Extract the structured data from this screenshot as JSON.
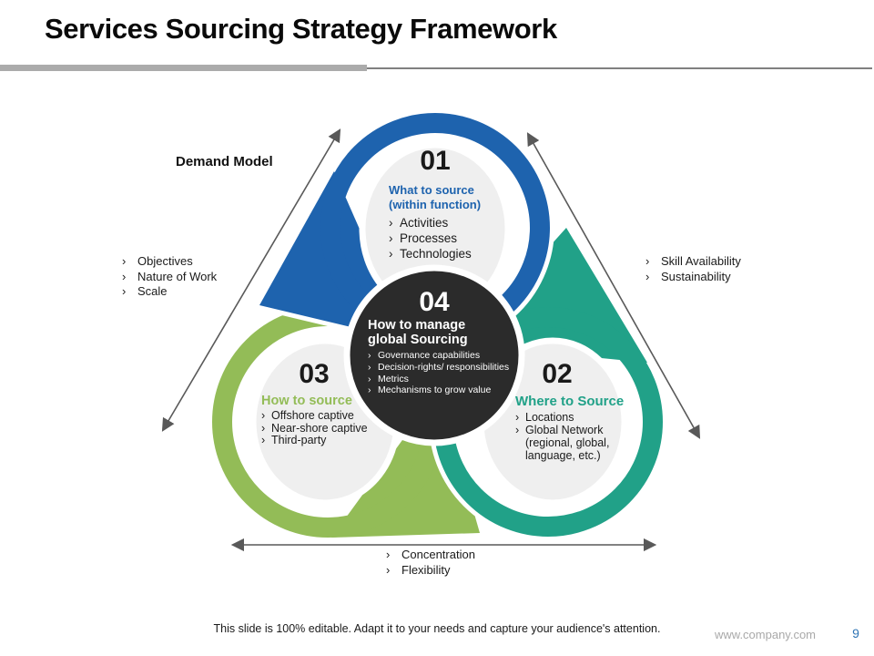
{
  "slide": {
    "title": "Services Sourcing Strategy Framework",
    "footer": "This slide is 100% editable. Adapt it to your needs and capture your audience's attention.",
    "website": "www.company.com",
    "page_number": "9"
  },
  "bullet_char": "›",
  "labels": {
    "demand_model": "Demand Model",
    "left_list": [
      "Objectives",
      "Nature of Work",
      "Scale"
    ],
    "right_list": [
      "Skill Availability",
      "Sustainability"
    ],
    "bottom_list": [
      "Concentration",
      "Flexibility"
    ]
  },
  "circles": {
    "c01": {
      "number": "01",
      "title": "What to source\n(within function)",
      "items": [
        "Activities",
        "Processes",
        "Technologies"
      ],
      "color": "#1e63ae"
    },
    "c02": {
      "number": "02",
      "title": "Where to Source",
      "items": [
        "Locations",
        "Global Network\n(regional, global,\nlanguage, etc.)"
      ],
      "color": "#21a188"
    },
    "c03": {
      "number": "03",
      "title": "How to source",
      "items": [
        "Offshore captive",
        "Near-shore captive",
        "Third-party"
      ],
      "color": "#93bc57"
    },
    "c04": {
      "number": "04",
      "title": "How to manage\nglobal Sourcing",
      "items": [
        "Governance capabilities",
        "Decision-rights/ responsibilities",
        "Metrics",
        "Mechanisms to grow value"
      ],
      "color": "#2b2b2b"
    }
  },
  "theme": {
    "blue": "#1e63ae",
    "green": "#93bc57",
    "teal": "#21a188",
    "dark": "#2b2b2b",
    "inner_gray": "#efefef",
    "arrow_gray": "#595959",
    "divider_gray": "#ababab",
    "page_number_blue": "#2e74b5"
  }
}
